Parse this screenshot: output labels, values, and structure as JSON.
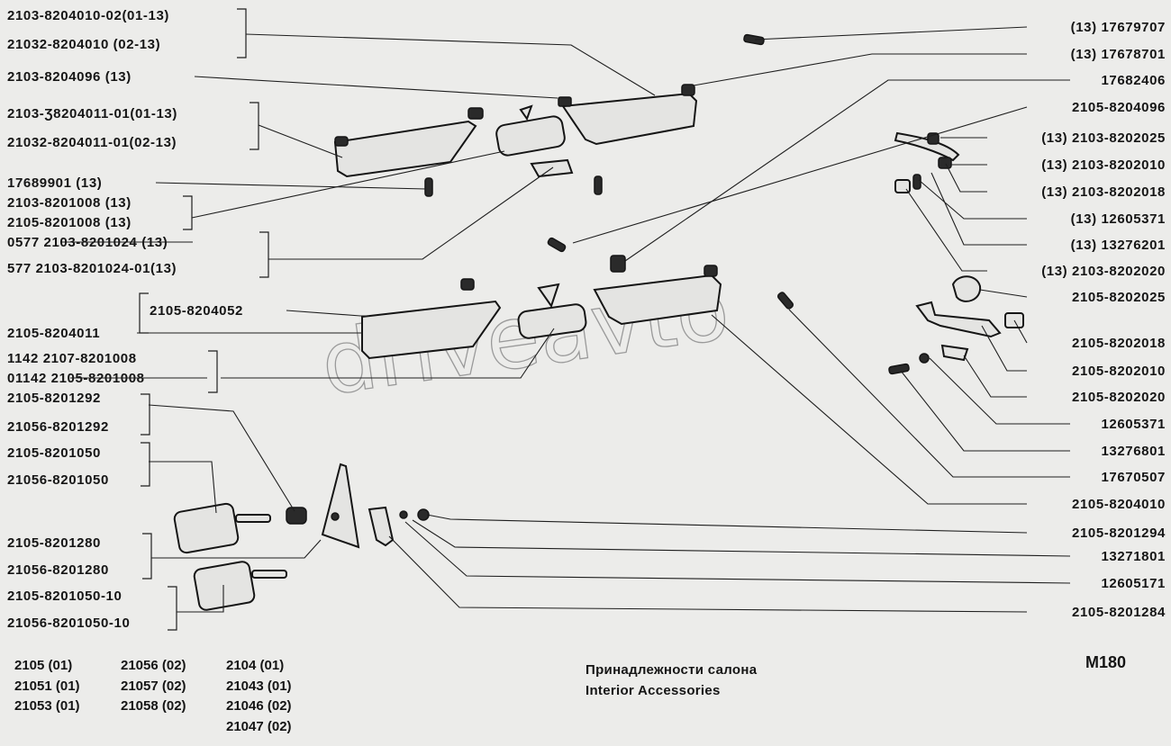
{
  "labels_left": [
    "2103-8204010-02(01-13)",
    "21032-8204010 (02-13)",
    "2103-8204096 (13)",
    "2103-Ʒ8204011-01(01-13)",
    "21032-8204011-01(02-13)",
    "17689901 (13)",
    "2103-8201008 (13)",
    "2105-8201008 (13)",
    "0577 2103-8201024 (13)",
    "577   2103-8201024-01(13)",
    "2105-8204052",
    "2105-8204011",
    "1142 2107-8201008",
    "01142 2105-8201008",
    "2105-8201292",
    "21056-8201292",
    "2105-8201050",
    "21056-8201050",
    "2105-8201280",
    "21056-8201280",
    "2105-8201050-10",
    "21056-8201050-10"
  ],
  "labels_right": [
    "(13) 17679707",
    "(13) 17678701",
    "17682406",
    "2105-8204096",
    "(13) 2103-8202025",
    "(13) 2103-8202010",
    "(13) 2103-8202018",
    "(13) 12605371",
    "(13) 13276201",
    "(13) 2103-8202020",
    "2105-8202025",
    "2105-8202018",
    "2105-8202010",
    "2105-8202020",
    "12605371",
    "13276801",
    "17670507",
    "2105-8204010",
    "2105-8201294",
    "13271801",
    "12605171",
    "2105-8201284"
  ],
  "watermark": "driveavto",
  "caption": {
    "ru": "Принадлежности салона",
    "en": "Interior Accessories"
  },
  "figure_code": "M180",
  "models": [
    [
      "2105   (01)",
      "21051 (01)",
      "21053 (01)"
    ],
    [
      "21056 (02)",
      "21057 (02)",
      "21058 (02)"
    ],
    [
      "2104     (01)",
      "21043 (01)",
      "21046 (02)",
      "21047 (02)"
    ]
  ]
}
